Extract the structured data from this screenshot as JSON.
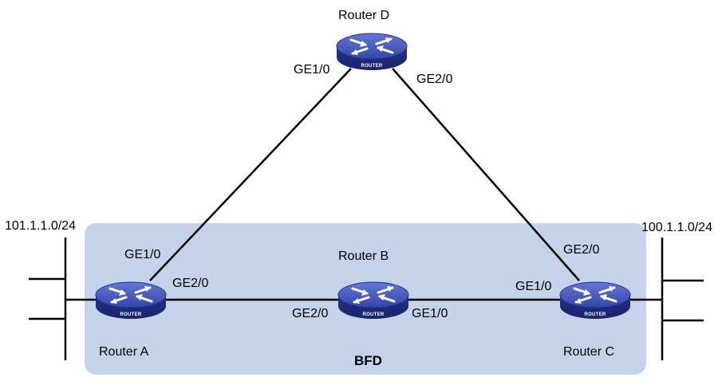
{
  "routers": {
    "a": {
      "name": "Router A",
      "icon_text": "ROUTER"
    },
    "b": {
      "name": "Router B",
      "icon_text": "ROUTER"
    },
    "c": {
      "name": "Router C",
      "icon_text": "ROUTER"
    },
    "d": {
      "name": "Router D",
      "icon_text": "ROUTER"
    }
  },
  "interfaces": {
    "a_ge1": "GE1/0",
    "a_ge2": "GE2/0",
    "b_ge2": "GE2/0",
    "b_ge1": "GE1/0",
    "c_ge1": "GE1/0",
    "c_ge2": "GE2/0",
    "d_ge1": "GE1/0",
    "d_ge2": "GE2/0"
  },
  "networks": {
    "left": "101.1.1.0/24",
    "right": "100.1.1.0/24"
  },
  "bfd_area": {
    "label": "BFD",
    "color": "#c5d3ea"
  },
  "colors": {
    "router_body": "#2f3f9c",
    "router_top": "#4a5cc0",
    "link": "#000000"
  }
}
